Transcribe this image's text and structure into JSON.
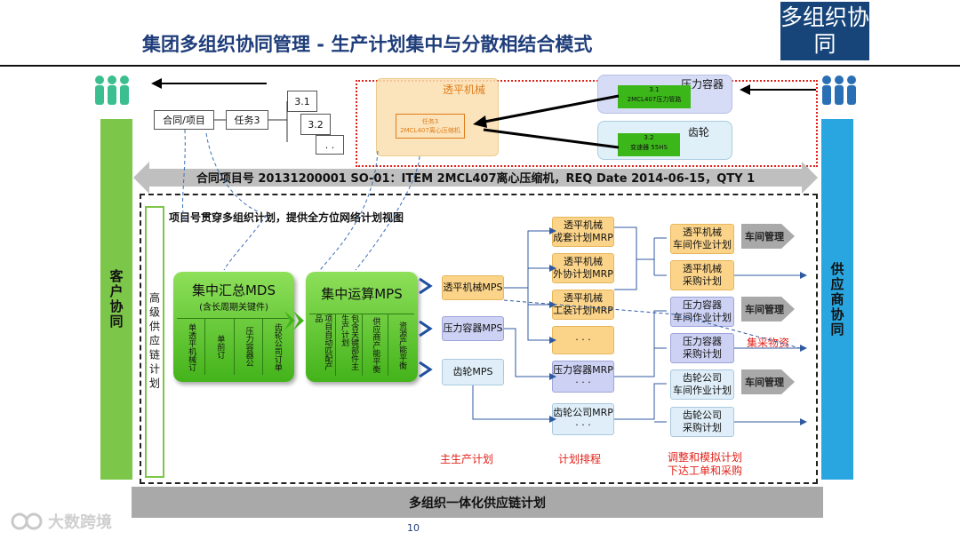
{
  "title": "集团多组织协同管理 - 生产计划集中与分散相结合模式",
  "badge": "多组织协同",
  "left_bar": "客户协同",
  "right_bar": "供应商协同",
  "bottom_bar": "多组织一体化供应链计划",
  "inner_vertical": "高级供应链计划",
  "item_banner": "合同项目号 20131200001 SO-01：ITEM 2MCL407离心压缩机，REQ Date 2014-06-15，QTY 1",
  "subtitle_note": "项目号贯穿多组织计划，提供全方位网络计划视图",
  "top_flow": {
    "contract": "合同/项目",
    "task3": "任务3",
    "sub31": "3.1",
    "sub32": "3.2",
    "subdots": ". .",
    "touping_label": "透平机械",
    "touping_inner": "任务3\n2MCL407离心压缩机",
    "pressure_label": "压力容器",
    "pressure_num": "3.1",
    "pressure_inner": "2MCL407压力管路",
    "gear_label": "齿轮",
    "gear_num": "3.2",
    "gear_inner": "变速器 55HS"
  },
  "mds": {
    "title": "集中汇总MDS",
    "sub": "(含长周期关键件)",
    "cols": [
      "单透平机械订",
      "单前订",
      "压力容器公",
      "齿轮公司订单"
    ]
  },
  "mps_center": {
    "title": "集中运算MPS",
    "cols": [
      "项目自动匹配产品",
      "包含关键部件主生产计划",
      "供应商产能平衡",
      "资源产能平衡"
    ]
  },
  "mps": [
    "透平机械MPS",
    "压力容器MPS",
    "齿轮MPS"
  ],
  "mrp": [
    "透平机械\n成套计划MRP",
    "透平机械\n外协计划MRP",
    "透平机械\n工装计划MRP",
    "· · ·",
    "压力容器MRP\n· · ·",
    "齿轮公司MRP\n· · ·"
  ],
  "exec": [
    "透平机械\n车间作业计划",
    "透平机械\n采购计划",
    "压力容器\n车间作业计划",
    "压力容器\n采购计划",
    "齿轮公司\n车间作业计划",
    "齿轮公司\n采购计划"
  ],
  "shop_arrows": [
    "车间管理",
    "车间管理",
    "车间管理"
  ],
  "central_purchase": "集采物资",
  "footer_labels": [
    "主生产计划",
    "计划排程",
    "调整和模拟计划\n下达工单和采购"
  ],
  "page_number": "10",
  "watermark": "大数跨境",
  "colors": {
    "title": "#1f3d7a",
    "badge": "#17457a",
    "green": "#7cc64a",
    "blue": "#29a6e0",
    "gray": "#a9a9a9",
    "red": "#e0221a"
  }
}
